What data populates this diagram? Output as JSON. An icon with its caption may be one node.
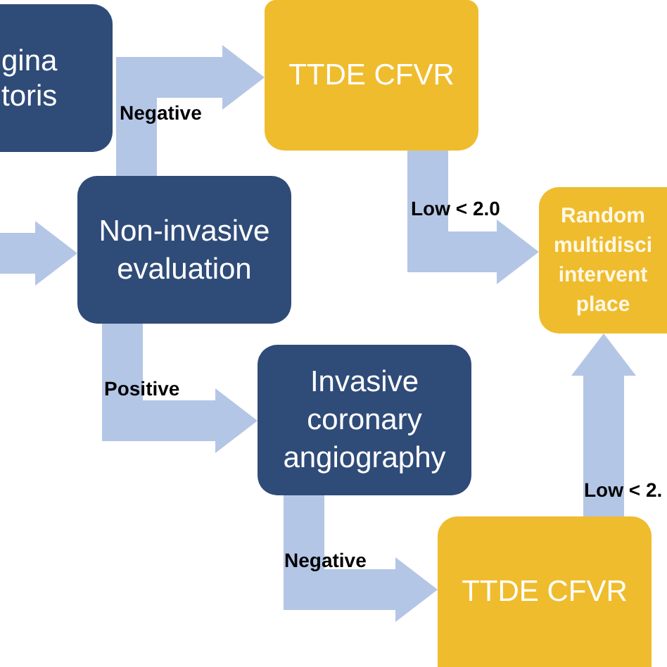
{
  "diagram": {
    "nodes": [
      {
        "text": [
          "gina toris"
        ]
      },
      {
        "text": [
          "TTDE CFVR"
        ]
      },
      {
        "text": [
          "Non-invasive evaluation"
        ]
      },
      {
        "text": [
          "Random multidisci intervent place"
        ]
      },
      {
        "text": [
          "Invasive coronary angiography"
        ]
      },
      {
        "text": [
          "TTDE CFVR"
        ]
      }
    ],
    "edges": [
      {
        "from": 2,
        "to": 1,
        "arrow": "to",
        "label": "Negative"
      },
      {
        "from": null,
        "to": 2,
        "arrow": "to"
      },
      {
        "from": 1,
        "to": 3,
        "arrow": "to",
        "label": "Low < 2.0"
      },
      {
        "from": 2,
        "to": 4,
        "arrow": "to",
        "label": "Positive"
      },
      {
        "from": 4,
        "to": 5,
        "arrow": "to",
        "label": "Negative"
      },
      {
        "from": 5,
        "to": 3,
        "arrow": "to",
        "label": "Low < 2."
      }
    ]
  }
}
